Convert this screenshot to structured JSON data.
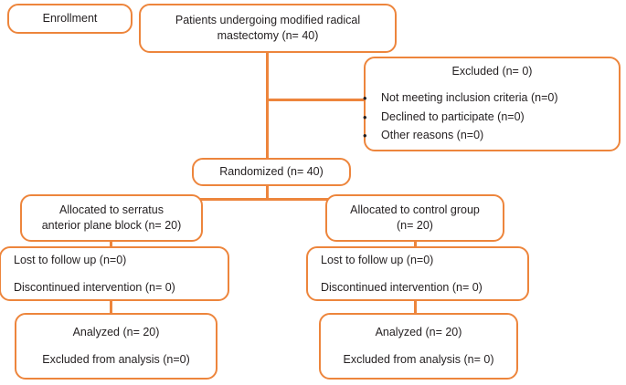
{
  "diagram": {
    "type": "consort-flow-diagram",
    "accent_color": "#ED853C",
    "background_color": "#FFFFFF",
    "text_color": "#231F20"
  },
  "nodes": {
    "enrollment": {
      "label": "Enrollment"
    },
    "assessed": {
      "line1": "Patients undergoing modified radical",
      "line2": "mastectomy (n= 40)"
    },
    "excluded": {
      "title": "Excluded (n= 0)",
      "reasons": [
        "Not meeting inclusion criteria (n=0)",
        "Declined to participate (n=0)",
        "Other reasons (n=0)"
      ]
    },
    "randomized": {
      "label": "Randomized (n= 40)"
    },
    "allocation_left": {
      "line1": "Allocated to serratus",
      "line2": "anterior plane block (n= 20)"
    },
    "allocation_right": {
      "line1": "Allocated to control group",
      "line2": "(n= 20)"
    },
    "followup_left": {
      "line1": "Lost to follow up (n=0)",
      "line2": "Discontinued intervention (n= 0)"
    },
    "followup_right": {
      "line1": "Lost to follow up (n=0)",
      "line2": "Discontinued intervention (n= 0)"
    },
    "analysis_left": {
      "line1": "Analyzed (n= 20)",
      "line2": "Excluded from analysis (n=0)"
    },
    "analysis_right": {
      "line1": "Analyzed (n= 20)",
      "line2": "Excluded from analysis (n= 0)"
    }
  }
}
